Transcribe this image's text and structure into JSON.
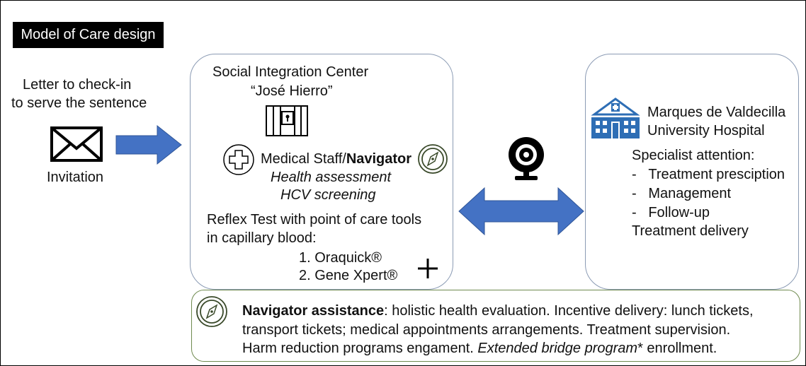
{
  "title": "Model of Care design",
  "left": {
    "letter_line1": "Letter to check-in",
    "letter_line2": "to serve the sentence",
    "invitation": "Invitation"
  },
  "center": {
    "name_line1": "Social Integration Center",
    "name_line2": "“José Hierro”",
    "staff_prefix": "Medical Staff/",
    "staff_bold": "Navigator",
    "assessment": "Health assessment",
    "screening": "HCV screening",
    "reflex_line1": "Reflex Test with point of care tools",
    "reflex_line2": "in capillary blood:",
    "tests": [
      "1.  Oraquick®",
      "2.  Gene Xpert®"
    ]
  },
  "right": {
    "hospital_line1": "Marques de Valdecilla",
    "hospital_line2": "University Hospital",
    "specialist": "Specialist attention:",
    "items": [
      "Treatment presciption",
      "Management",
      "Follow-up"
    ],
    "delivery": "Treatment delivery"
  },
  "bottom": {
    "bold": "Navigator assistance",
    "line1_rest": ": holistic health evaluation. Incentive delivery: lunch tickets,",
    "line2": "transport tickets; medical appointments arrangements. Treatment supervision.",
    "line3_prefix": "Harm reduction programs engament. ",
    "line3_italic": "Extended bridge program",
    "line3_suffix": "* enrollment."
  },
  "colors": {
    "arrow_blue": "#4472c4",
    "box_border": "#8b9bb4",
    "green_border": "#6f8a4f"
  },
  "icons": [
    "envelope-icon",
    "jail-bars-icon",
    "medical-cross-icon",
    "compass-icon",
    "webcam-icon",
    "hospital-icon",
    "plus-icon"
  ]
}
